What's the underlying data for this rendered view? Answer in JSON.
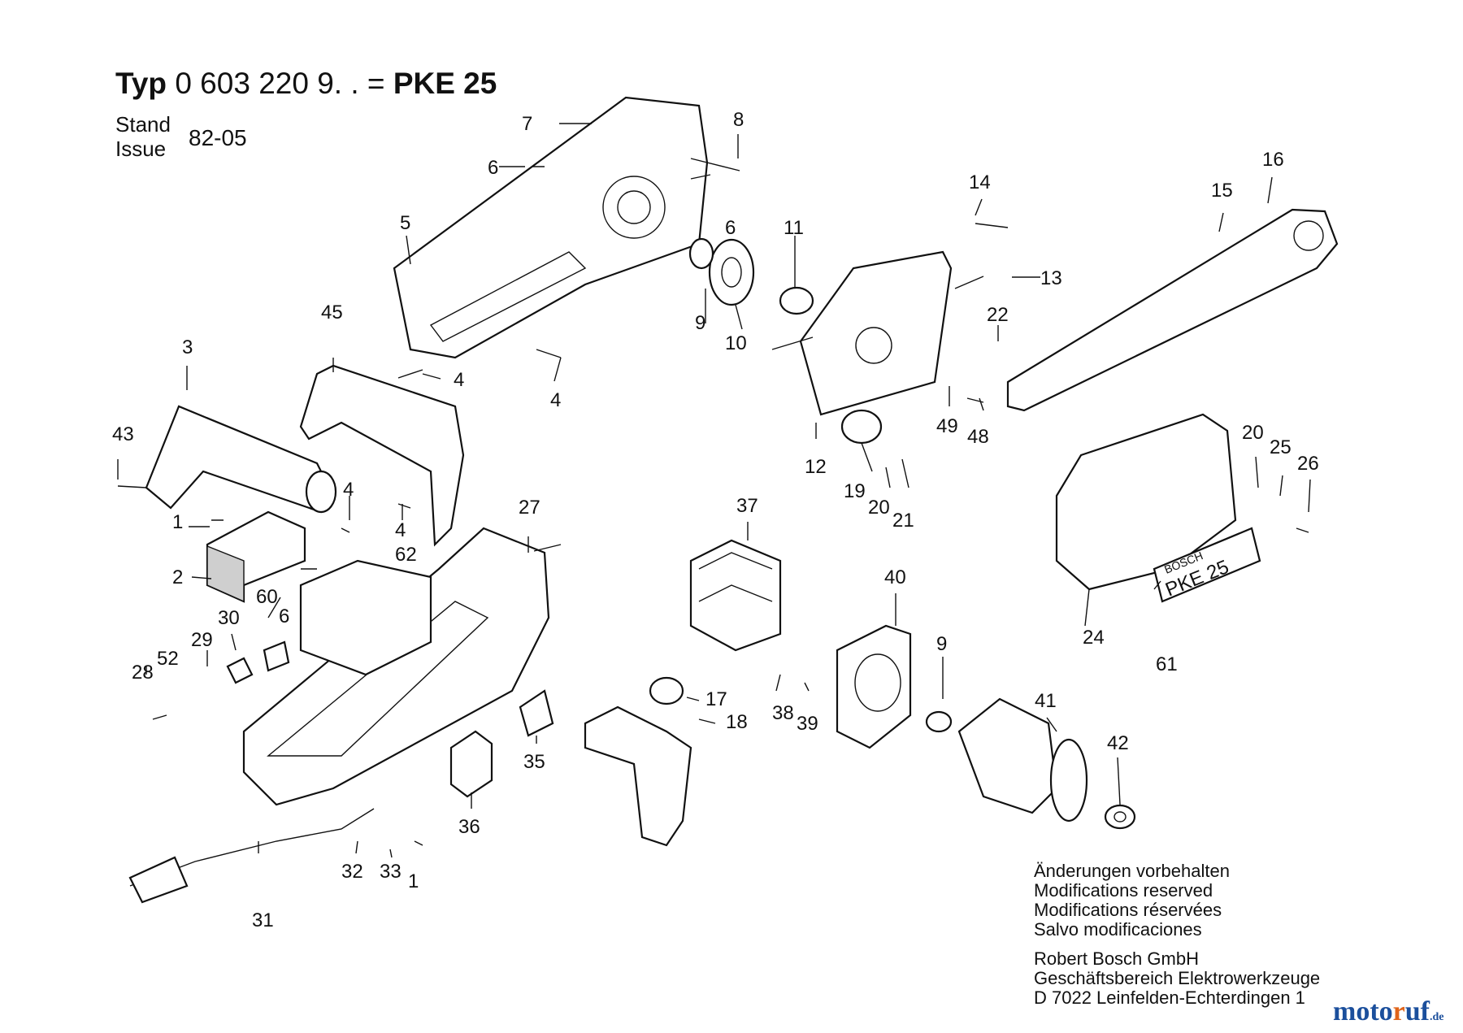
{
  "header": {
    "typ_word": "Typ",
    "part_number": "0 603 220 9. .",
    "equals": "=",
    "model": "PKE 25"
  },
  "stand": {
    "label_de": "Stand",
    "label_en": "Issue",
    "date": "82-05"
  },
  "plate": {
    "brand": "BOSCH",
    "model": "PKE 25"
  },
  "part_labels": [
    "1",
    "1",
    "2",
    "3",
    "4",
    "4",
    "4",
    "4",
    "5",
    "6",
    "6",
    "6",
    "7",
    "8",
    "9",
    "9",
    "10",
    "11",
    "12",
    "13",
    "14",
    "15",
    "16",
    "17",
    "18",
    "19",
    "20",
    "20",
    "21",
    "22",
    "24",
    "25",
    "26",
    "27",
    "28",
    "29",
    "30",
    "31",
    "32",
    "33",
    "35",
    "36",
    "37",
    "38",
    "39",
    "40",
    "41",
    "42",
    "43",
    "45",
    "48",
    "49",
    "52",
    "60",
    "61",
    "62"
  ],
  "notes": {
    "lines": [
      "Änderungen vorbehalten",
      "Modifications reserved",
      "Modifications réservées",
      "Salvo modificaciones"
    ],
    "company": [
      "Robert Bosch GmbH",
      "Geschäftsbereich Elektrowerkzeuge",
      "D 7022 Leinfelden-Echterdingen 1"
    ]
  },
  "watermark": {
    "main": "moto",
    "accent": "r",
    "tail": "uf",
    "tld": ".de"
  },
  "colors": {
    "ink": "#111111",
    "watermark_blue": "#1b4f9c",
    "watermark_orange": "#e0641a"
  }
}
